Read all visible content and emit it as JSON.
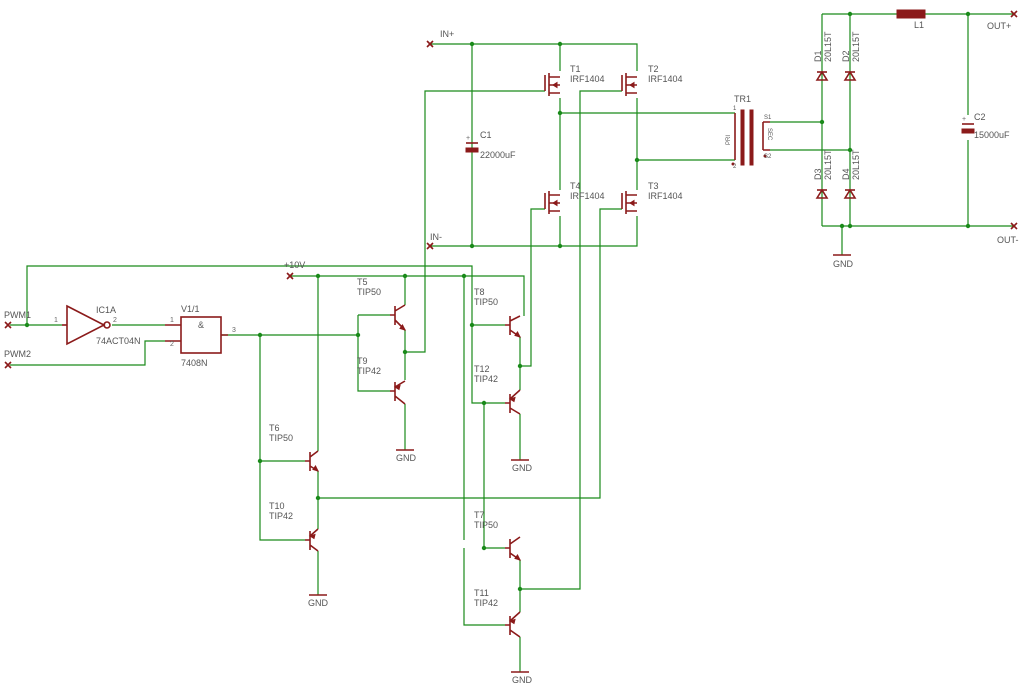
{
  "colors": {
    "wire": "#1a8a1a",
    "component": "#8b1a1a",
    "text": "#555555"
  },
  "ports": {
    "in_plus": "IN+",
    "in_minus": "IN-",
    "out_plus": "OUT+",
    "out_minus": "OUT-",
    "pwm1": "PWM1",
    "pwm2": "PWM2",
    "v10": "+10V",
    "gnd": "GND"
  },
  "components": {
    "ic1a": {
      "ref": "IC1A",
      "value": "74ACT04N",
      "pin_in": "1",
      "pin_out": "2"
    },
    "v1": {
      "ref": "V1/1",
      "value": "7408N",
      "symbol": "&",
      "pin_a": "1",
      "pin_b": "2",
      "pin_out": "3"
    },
    "t1": {
      "ref": "T1",
      "value": "IRF1404"
    },
    "t2": {
      "ref": "T2",
      "value": "IRF1404"
    },
    "t3": {
      "ref": "T3",
      "value": "IRF1404"
    },
    "t4": {
      "ref": "T4",
      "value": "IRF1404"
    },
    "c1": {
      "ref": "C1",
      "value": "22000uF"
    },
    "c2": {
      "ref": "C2",
      "value": "15000uF"
    },
    "tr1": {
      "ref": "TR1",
      "pri": "PRI",
      "sec": "SEC",
      "pin1": "1",
      "pin2": "2",
      "pin_s1": "S1",
      "pin_s2": "S2"
    },
    "d1": {
      "ref": "D1",
      "value": "20L15T"
    },
    "d2": {
      "ref": "D2",
      "value": "20L15T"
    },
    "d3": {
      "ref": "D3",
      "value": "20L15T"
    },
    "d4": {
      "ref": "D4",
      "value": "20L15T"
    },
    "l1": {
      "ref": "L1"
    },
    "t5": {
      "ref": "T5",
      "value": "TIP50"
    },
    "t6": {
      "ref": "T6",
      "value": "TIP50"
    },
    "t7": {
      "ref": "T7",
      "value": "TIP50"
    },
    "t8": {
      "ref": "T8",
      "value": "TIP50"
    },
    "t9": {
      "ref": "T9",
      "value": "TIP42"
    },
    "t10": {
      "ref": "T10",
      "value": "TIP42"
    },
    "t11": {
      "ref": "T11",
      "value": "TIP42"
    },
    "t12": {
      "ref": "T12",
      "value": "TIP42"
    }
  }
}
